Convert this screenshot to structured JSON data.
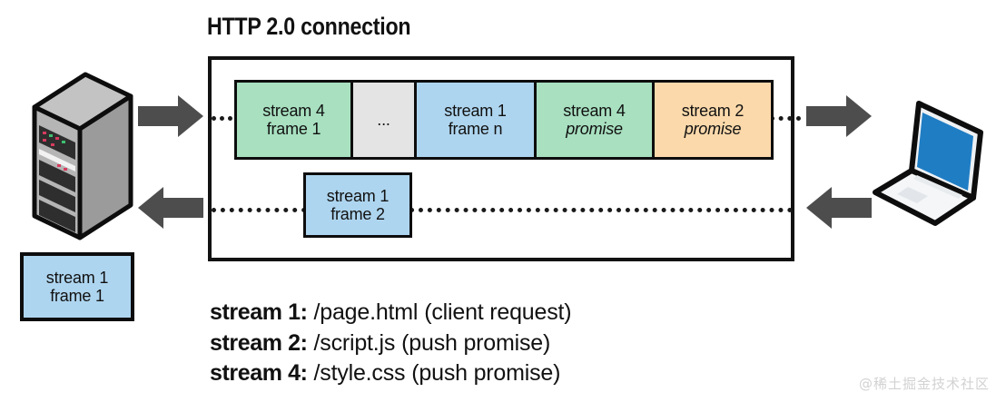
{
  "title": "HTTP 2.0 connection",
  "colors": {
    "green": "#a8e0c0",
    "blue": "#aed5ef",
    "orange": "#fbd9ab",
    "gray": "#e4e4e4",
    "arrow": "#4d4d4d",
    "outline": "#0d0d0d",
    "server_body": "#a6a6a6",
    "laptop_screen": "#1f7dc4",
    "watermark": "#d2d2d2"
  },
  "frame_row": [
    {
      "name": "frame-cell-stream4-frame1",
      "line1": "stream 4",
      "line2": "frame 1",
      "italic2": false,
      "fill": "green",
      "width": 128
    },
    {
      "name": "frame-cell-ellipsis",
      "line1": "",
      "line2": "...",
      "italic2": false,
      "fill": "gray",
      "width": 70
    },
    {
      "name": "frame-cell-stream1-framen",
      "line1": "stream 1",
      "line2": "frame n",
      "italic2": false,
      "fill": "blue",
      "width": 132
    },
    {
      "name": "frame-cell-stream4-promise",
      "line1": "stream 4",
      "line2": "promise",
      "italic2": true,
      "fill": "green",
      "width": 130
    },
    {
      "name": "frame-cell-stream2-promise",
      "line1": "stream 2",
      "line2": "promise",
      "italic2": true,
      "fill": "orange",
      "width": 128
    }
  ],
  "frame_box_stream1_frame2": {
    "line1": "stream 1",
    "line2": "frame 2"
  },
  "frame_box_stream1_frame1": {
    "line1": "stream 1",
    "line2": "frame 1"
  },
  "arrows": {
    "server_out": "arrow-right",
    "server_in": "arrow-left",
    "client_out": "arrow-right",
    "client_in": "arrow-left"
  },
  "icons": {
    "server": "server-icon",
    "laptop": "laptop-icon"
  },
  "legend": [
    {
      "stream": "stream 1:",
      "path": "/page.html",
      "note": "(client request)"
    },
    {
      "stream": "stream 2:",
      "path": "/script.js",
      "note": "(push promise)"
    },
    {
      "stream": "stream 4:",
      "path": "/style.css",
      "note": "(push promise)"
    }
  ],
  "watermark": "@稀土掘金技术社区"
}
